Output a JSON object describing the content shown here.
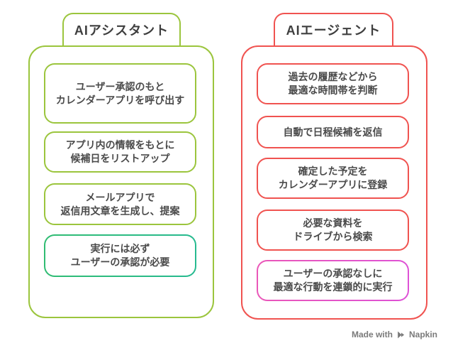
{
  "canvas": {
    "background": "#FFFFFF"
  },
  "colors": {
    "assistant_accent": "#9BC53D",
    "assistant_highlight": "#2DBB80",
    "agent_accent": "#F05350",
    "agent_highlight": "#E557C8",
    "body_text": "#4A4A4A",
    "title_text": "#3E3E3E",
    "watermark_text": "#7A7A7A"
  },
  "columns": [
    {
      "title": "AIアシスタント",
      "items": [
        {
          "lines": [
            "ユーザー承認のもと",
            "カレンダーアプリを呼び出す"
          ]
        },
        {
          "lines": [
            "アプリ内の情報をもとに",
            "候補日をリストアップ"
          ]
        },
        {
          "lines": [
            "メールアプリで",
            "返信用文章を生成し、提案"
          ]
        },
        {
          "lines": [
            "実行には必ず",
            "ユーザーの承認が必要"
          ],
          "highlight": true
        }
      ]
    },
    {
      "title": "AIエージェント",
      "items": [
        {
          "lines": [
            "過去の履歴などから",
            "最適な時間帯を判断"
          ]
        },
        {
          "lines": [
            "自動で日程候補を返信"
          ]
        },
        {
          "lines": [
            "確定した予定を",
            "カレンダーアプリに登録"
          ]
        },
        {
          "lines": [
            "必要な資料を",
            "ドライブから検索"
          ]
        },
        {
          "lines": [
            "ユーザーの承認なしに",
            "最適な行動を連鎖的に実行"
          ],
          "highlight": true
        }
      ]
    }
  ],
  "watermark": {
    "prefix": "Made with",
    "brand": "Napkin"
  }
}
